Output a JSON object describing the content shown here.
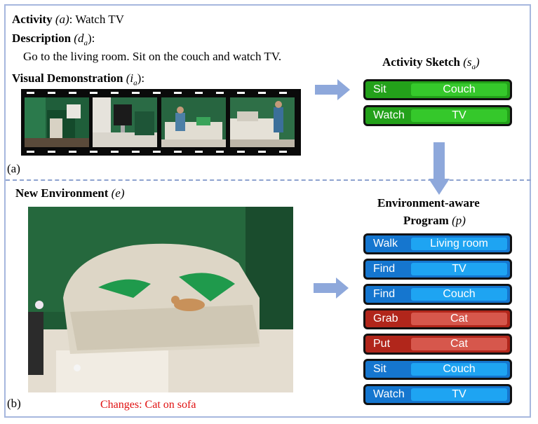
{
  "panel_a": {
    "letter": "(a)",
    "activity_label": "Activity",
    "activity_symbol": "(a)",
    "activity_value": ": Watch TV",
    "description_label": "Description",
    "description_symbol": "(d",
    "description_sub": "a",
    "description_close": "):",
    "description_text": "Go to the living room. Sit on the couch and watch TV.",
    "visual_label": "Visual Demonstration",
    "visual_symbol": "(i",
    "visual_sub": "a",
    "visual_close": "):",
    "sketch_title": "Activity Sketch",
    "sketch_symbol": "(s",
    "sketch_sub": "a",
    "sketch_close": ")",
    "sketch_steps": [
      {
        "action": "Sit",
        "object": "Couch",
        "color": "green"
      },
      {
        "action": "Watch",
        "object": "TV",
        "color": "green"
      }
    ]
  },
  "panel_b": {
    "letter": "(b)",
    "env_label": "New Environment",
    "env_symbol": "(e)",
    "program_title_1": "Environment-aware",
    "program_title_2": "Program",
    "program_symbol": "(p)",
    "changes_text": "Changes: Cat on sofa",
    "program_steps": [
      {
        "action": "Walk",
        "object": "Living room",
        "color": "blue"
      },
      {
        "action": "Find",
        "object": "TV",
        "color": "blue"
      },
      {
        "action": "Find",
        "object": "Couch",
        "color": "blue"
      },
      {
        "action": "Grab",
        "object": "Cat",
        "color": "red"
      },
      {
        "action": "Put",
        "object": "Cat",
        "color": "red"
      },
      {
        "action": "Sit",
        "object": "Couch",
        "color": "blue"
      },
      {
        "action": "Watch",
        "object": "TV",
        "color": "blue"
      }
    ]
  },
  "colors": {
    "frame": "#a6b7de",
    "arrow": "#8ea8db",
    "green": "#23a11a",
    "blue": "#1576cf",
    "red": "#b1261b",
    "changes": "#e01010"
  }
}
